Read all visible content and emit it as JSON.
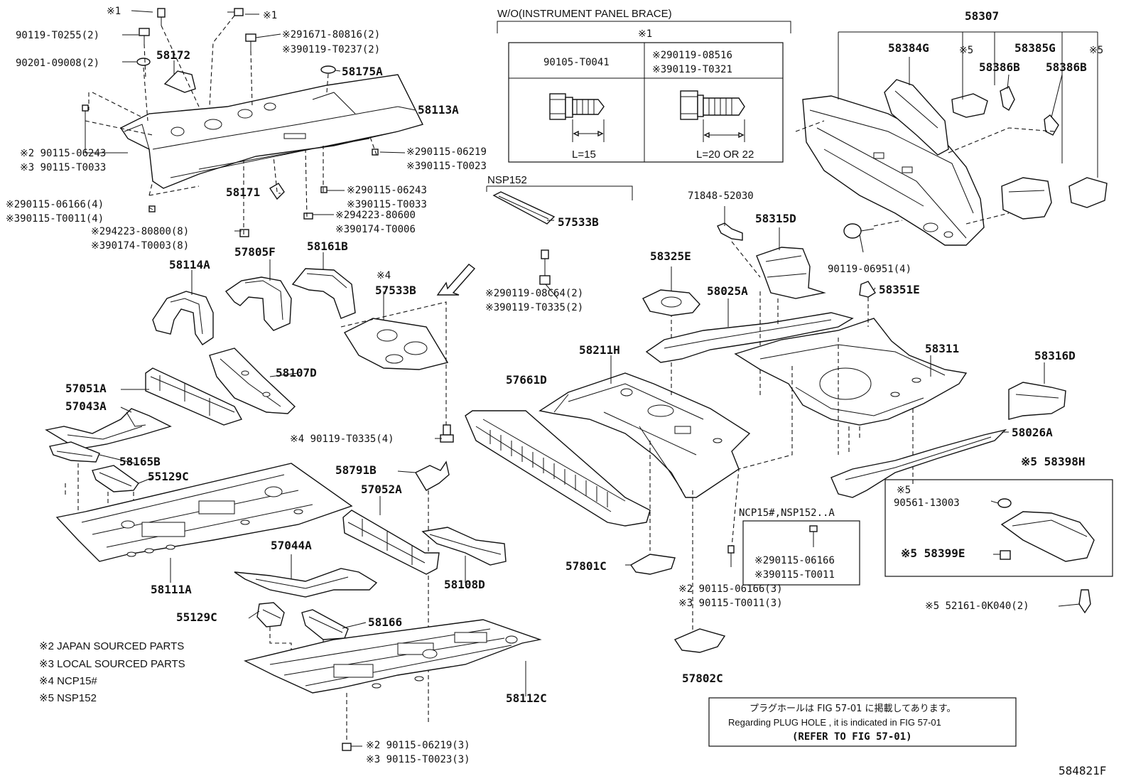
{
  "diagram": {
    "figure_id": "584821F",
    "callouts": {
      "c1_top": "※1",
      "c2_top": "※1",
      "p90119_T0255": "90119-T0255(2)",
      "p90201_09008": "90201-09008(2)",
      "p58172": "58172",
      "p91671": "※291671-80816(2)",
      "p90119_T0237": "※390119-T0237(2)",
      "p58175A": "58175A",
      "p58113A": "58113A",
      "p90115_06243a": "※2 90115-06243",
      "p90115_T0033a": "※3 90115-T0033",
      "p90115_06219a": "※290115-06219",
      "p90115_T0023a": "※390115-T0023",
      "p58171": "58171",
      "p90115_06243b": "※290115-06243",
      "p90115_T0033b": "※390115-T0033",
      "p90115_06166a": "※290115-06166(4)",
      "p90115_T0011a": "※390115-T0011(4)",
      "p94223_80600": "※294223-80600",
      "p90174_T0006": "※390174-T0006",
      "p94223_80800": "※294223-80800(8)",
      "p90174_T0003": "※390174-T0003(8)",
      "p57805F": "57805F",
      "p58161B": "58161B",
      "p58114A": "58114A",
      "c4a": "※4",
      "p57533B_a": "57533B",
      "p58107D": "58107D",
      "p57051A": "57051A",
      "p57043A": "57043A",
      "p58165B": "58165B",
      "p55129C_a": "55129C",
      "p90119_T0335_4": "※4 90119-T0335(4)",
      "p58791B": "58791B",
      "p57052A": "57052A",
      "p58111A": "58111A",
      "p57044A": "57044A",
      "p58108D": "58108D",
      "p55129C_b": "55129C",
      "p58166": "58166",
      "p58112C": "58112C",
      "p90115_06219_3": "※2 90115-06219(3)",
      "p90115_T0023_3": "※3 90115-T0023(3)",
      "wo_brace": "W/O(INSTRUMENT PANEL BRACE)",
      "c1_box": "※1",
      "bolt_a": "90105-T0041",
      "bolt_b1": "※290119-08516",
      "bolt_b2": "※390119-T0321",
      "len_a": "L=15",
      "len_b": "L=20 OR 22",
      "nsp152": "NSP152",
      "p57533B_b": "57533B",
      "p90119_08C64": "※290119-08C64(2)",
      "p90119_T0335_2": "※390119-T0335(2)",
      "p71848": "71848-52030",
      "p58315D": "58315D",
      "p58325E": "58325E",
      "p58025A": "58025A",
      "p58211H": "58211H",
      "p57661D": "57661D",
      "p58311": "58311",
      "p58316D": "58316D",
      "p58026A": "58026A",
      "p58351E": "58351E",
      "p90119_06951": "90119-06951(4)",
      "p58307": "58307",
      "p58384G": "58384G",
      "c5a": "※5",
      "p58385G": "58385G",
      "c5b": "※5",
      "p58386B_a": "58386B",
      "p58386B_b": "58386B",
      "p58398H": "※5 58398H",
      "c5c": "※5",
      "p90561": "90561-13003",
      "p58399E": "※5 58399E",
      "p52161": "※5 52161-0K040(2)",
      "ncp_box": "NCP15#,NSP152..A",
      "ncp_b1": "※290115-06166",
      "ncp_b2": "※390115-T0011",
      "p57801C": "57801C",
      "p90115_06166_3": "※2 90115-06166(3)",
      "p90115_T0011_3": "※3 90115-T0011(3)",
      "p57802C": "57802C"
    },
    "legend": [
      "※2 JAPAN SOURCED PARTS",
      "※3 LOCAL SOURCED PARTS",
      "※4 NCP15#",
      "※5 NSP152"
    ],
    "notice": {
      "line_jp": "プラグホールは FIG 57-01 に掲載してあります。",
      "line_en": "Regarding  PLUG  HOLE , it is indicated in  FIG  57-01",
      "line_ref": "(REFER TO FIG 57-01)"
    }
  }
}
